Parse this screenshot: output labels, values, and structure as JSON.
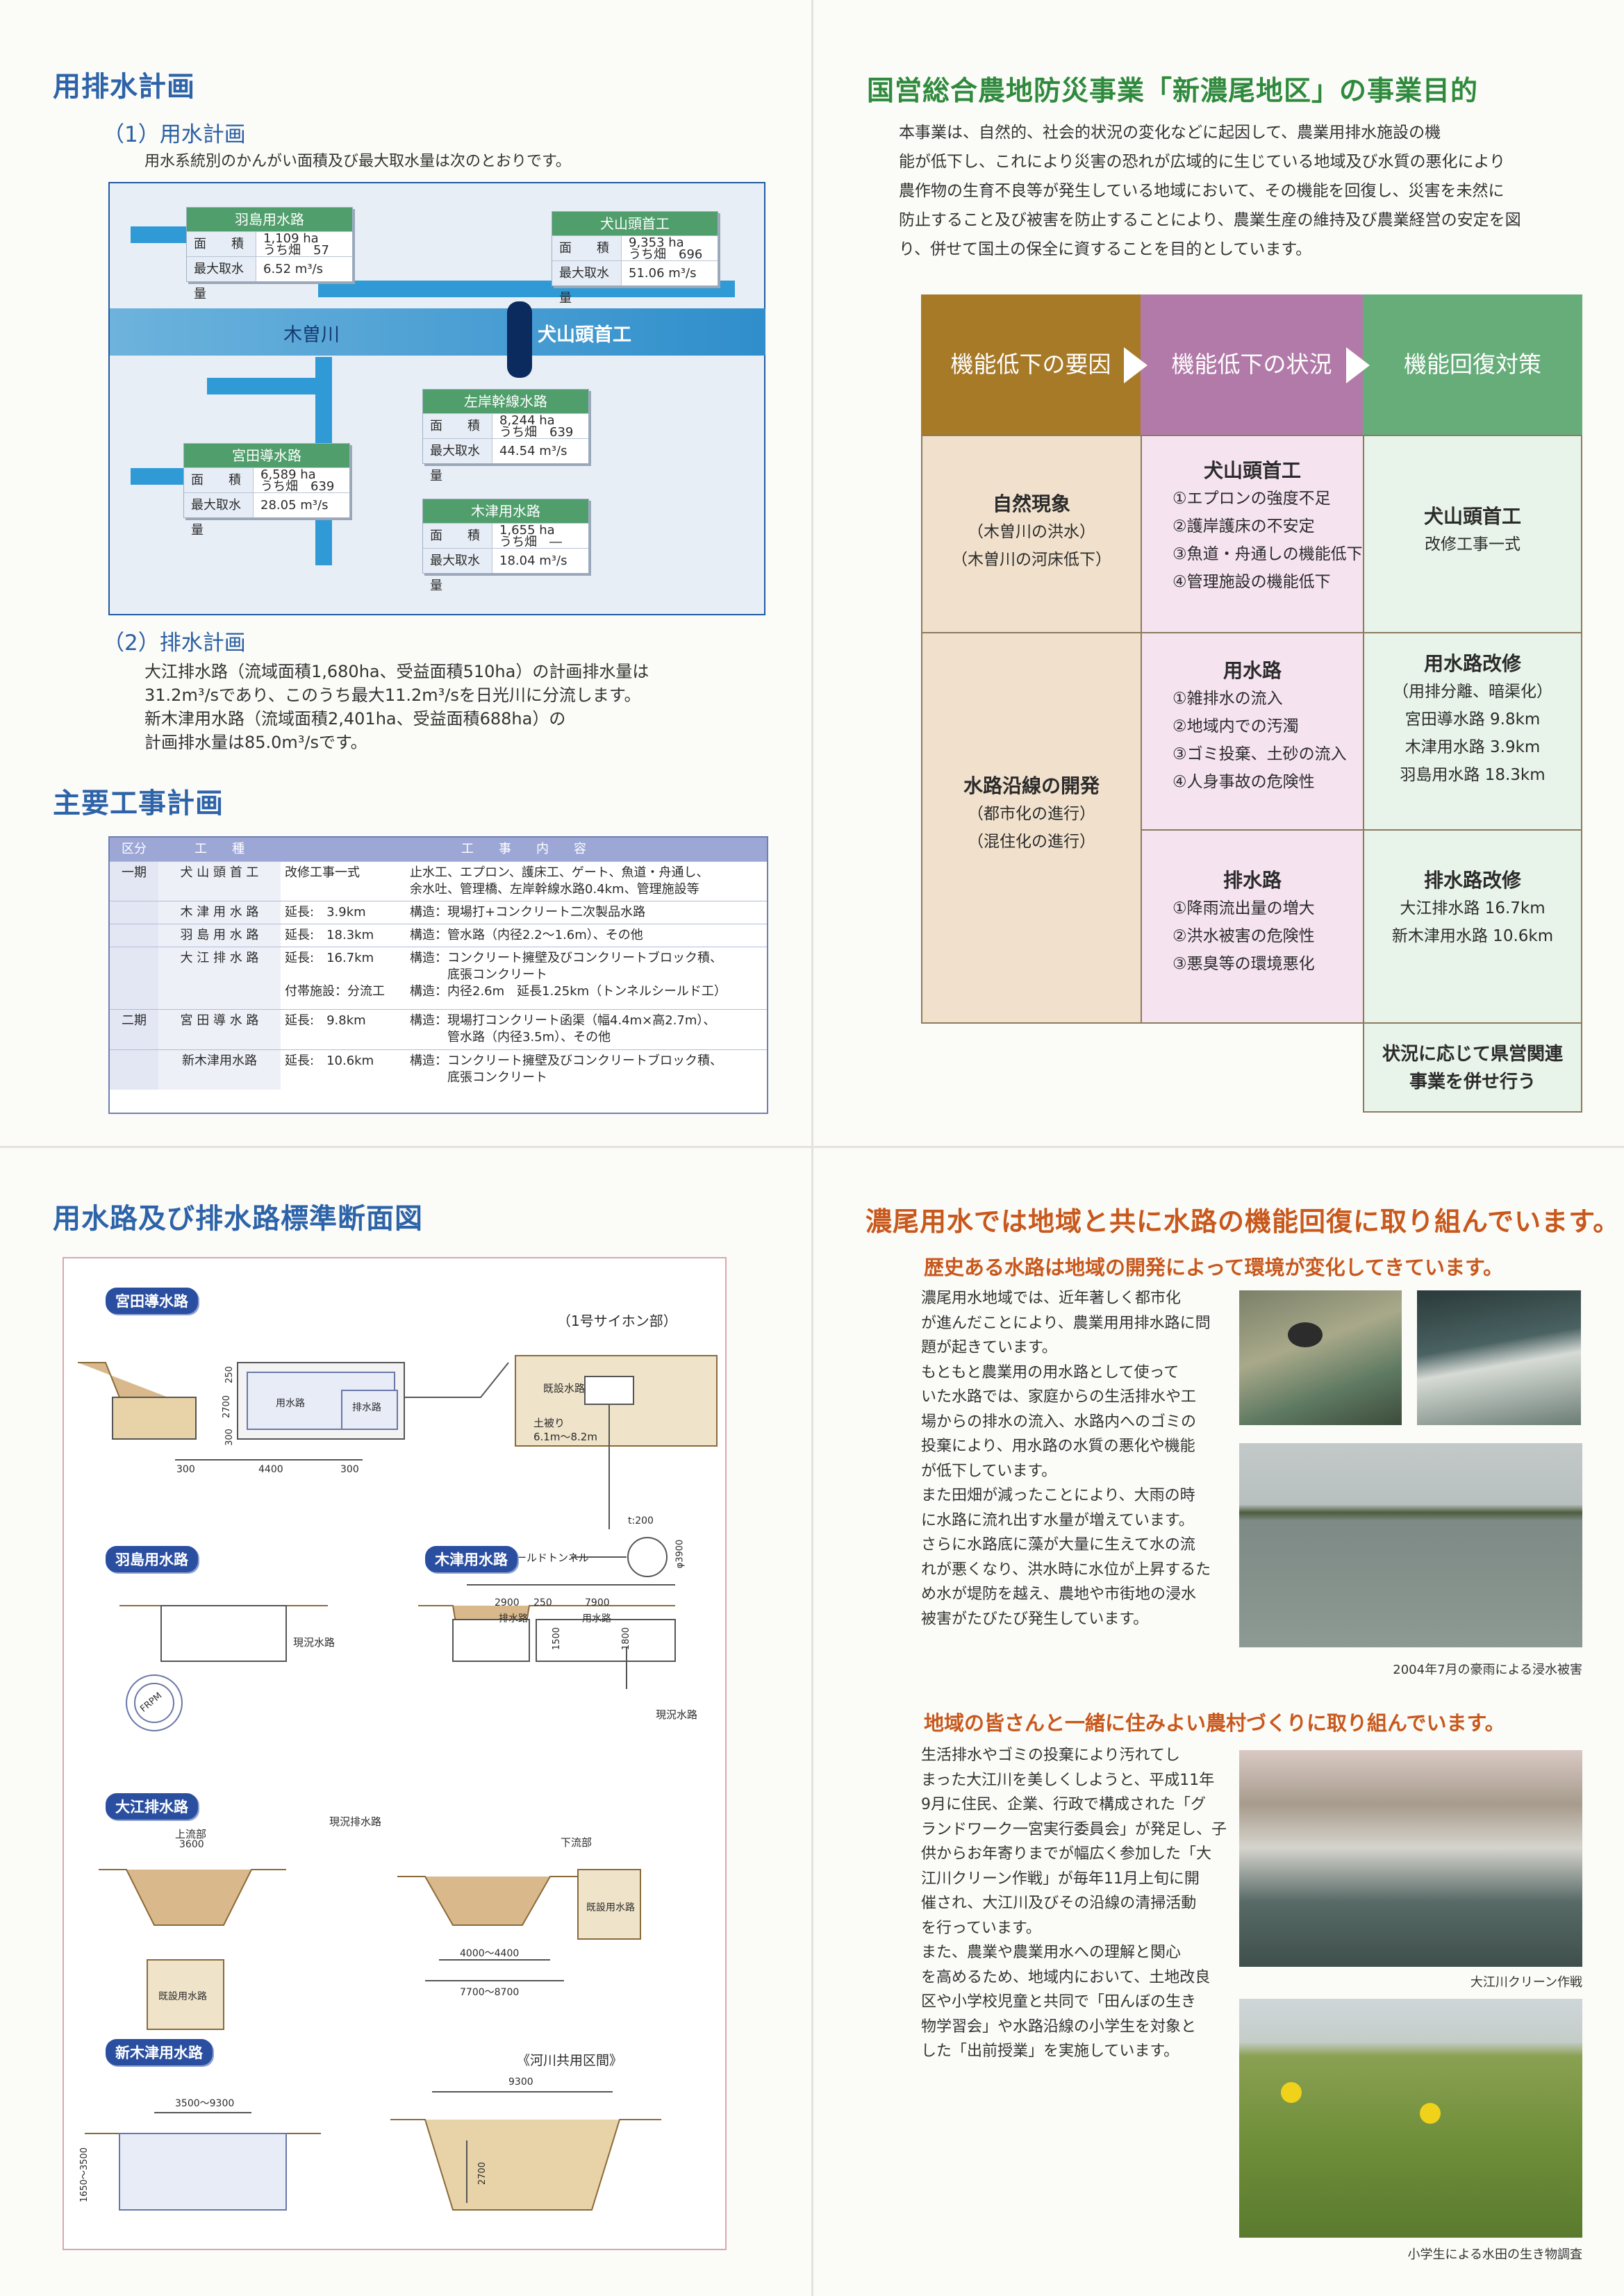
{
  "top_left": {
    "title": "用排水計画",
    "irrigation_head": "（1）用水計画",
    "irrigation_intro": "用水系統別のかんがい面積及び最大取水量は次のとおりです。",
    "river_label": "木曽川",
    "weir_label": "犬山頭首工",
    "cards": {
      "hashima": {
        "title": "羽島用水路",
        "area_key": "面　　積",
        "area": "1,109 ha",
        "upland": "うち畑　57",
        "max_key": "最大取水量",
        "max": "6.52 m³/s"
      },
      "inuyama": {
        "title": "犬山頭首工",
        "area_key": "面　　積",
        "area": "9,353 ha",
        "upland": "うち畑　696",
        "max_key": "最大取水量",
        "max": "51.06 m³/s"
      },
      "sagan": {
        "title": "左岸幹線水路",
        "area_key": "面　　積",
        "area": "8,244 ha",
        "upland": "うち畑　639",
        "max_key": "最大取水量",
        "max": "44.54 m³/s"
      },
      "miyada": {
        "title": "宮田導水路",
        "area_key": "面　　積",
        "area": "6,589 ha",
        "upland": "うち畑　639",
        "max_key": "最大取水量",
        "max": "28.05 m³/s"
      },
      "kizu": {
        "title": "木津用水路",
        "area_key": "面　　積",
        "area": "1,655 ha",
        "upland": "うち畑　―",
        "max_key": "最大取水量",
        "max": "18.04 m³/s"
      }
    },
    "drainage_head": "（2）排水計画",
    "drainage_lines": [
      "大江排水路（流域面積1,680ha、受益面積510ha）の計画排水量は",
      "31.2m³/sであり、このうち最大11.2m³/sを日光川に分流します。",
      "新木津用水路（流域面積2,401ha、受益面積688ha）の",
      "計画排水量は85.0m³/sです。"
    ],
    "works_title": "主要工事計画",
    "works_header": [
      "区分",
      "工　　種",
      "工　　事　　内　　容"
    ],
    "works_rows": [
      {
        "phase": "一期",
        "kind": "犬 山 頭 首 工",
        "a": "改修工事一式",
        "b": "止水工、エプロン、護床工、ゲート、魚道・舟通し、\n余水吐、管理橋、左岸幹線水路0.4km、管理施設等"
      },
      {
        "phase": "",
        "kind": "木 津 用 水 路",
        "a": "延長:　3.9km",
        "b": "構造：現場打+コンクリート二次製品水路"
      },
      {
        "phase": "",
        "kind": "羽 島 用 水 路",
        "a": "延長:　18.3km",
        "b": "構造：管水路（内径2.2～1.6m）、その他"
      },
      {
        "phase": "",
        "kind": "大 江 排 水 路",
        "a": "延長:　16.7km\n\n付帯施設：分流工",
        "b": "構造：コンクリート擁壁及びコンクリートブロック積、\n　　　底張コンクリート\n構造：内径2.6m　延長1.25km（トンネルシールド工）"
      },
      {
        "phase": "二期",
        "kind": "宮 田 導 水 路",
        "a": "延長:　9.8km",
        "b": "構造：現場打コンクリート函渠（幅4.4m×高2.7m）、\n　　　管水路（内径3.5m）、その他"
      },
      {
        "phase": "",
        "kind": "新木津用水路",
        "a": "延長:　10.6km",
        "b": "構造：コンクリート擁壁及びコンクリートブロック積、\n　　　底張コンクリート"
      }
    ]
  },
  "top_right": {
    "title": "国営総合農地防災事業「新濃尾地区」の事業目的",
    "intro_lines": [
      "本事業は、自然的、社会的状況の変化などに起因して、農業用排水施設の機",
      "能が低下し、これにより災害の恐れが広域的に生じている地域及び水質の悪化により",
      "農作物の生育不良等が発生している地域において、その機能を回復し、災害を未然に",
      "防止すること及び被害を防止することにより、農業生産の維持及び農業経営の安定を図",
      "り、併せて国土の保全に資することを目的としています。"
    ],
    "col_heads": [
      "機能低下の要因",
      "機能低下の状況",
      "機能回復対策"
    ],
    "cause1": {
      "title": "自然現象",
      "l1": "（木曽川の洪水）",
      "l2": "（木曽川の河床低下）"
    },
    "cause2": {
      "title": "水路沿線の開発",
      "l1": "（都市化の進行）",
      "l2": "（混住化の進行）"
    },
    "status1": {
      "title": "犬山頭首工",
      "items": [
        "①エプロンの強度不足",
        "②護岸護床の不安定",
        "③魚道・舟通しの機能低下",
        "④管理施設の機能低下"
      ]
    },
    "status2": {
      "title": "用水路",
      "items": [
        "①雑排水の流入",
        "②地域内での汚濁",
        "③ゴミ投棄、土砂の流入",
        "④人身事故の危険性"
      ]
    },
    "status3": {
      "title": "排水路",
      "items": [
        "①降雨流出量の増大",
        "②洪水被害の危険性",
        "③悪臭等の環境悪化"
      ]
    },
    "measure1": {
      "title": "犬山頭首工",
      "l1": "改修工事一式"
    },
    "measure2": {
      "title": "用水路改修",
      "l1": "（用排分離、暗渠化）",
      "l2": "宮田導水路 9.8km",
      "l3": "木津用水路 3.9km",
      "l4": "羽島用水路 18.3km"
    },
    "measure3": {
      "title": "排水路改修",
      "l1": "大江排水路 16.7km",
      "l2": "新木津用水路 10.6km"
    },
    "extra": [
      "状況に応じて県営関連",
      "事業を併せ行う"
    ]
  },
  "bottom_left": {
    "title": "用水路及び排水路標準断面図",
    "labels": {
      "miyada": "宮田導水路",
      "siphon": "（1号サイホン部）",
      "hashima": "羽島用水路",
      "kizu": "木津用水路",
      "oe": "大江排水路",
      "shinkizu": "新木津用水路",
      "river_shared": "《河川共用区間》",
      "yousui": "用水路",
      "haisui": "排水路",
      "kisetsu": "既設水路",
      "dokaburi": "土被り",
      "dokaburi_v": "6.1m～8.2m",
      "shield": "シールドトンネル",
      "t200": "t:200",
      "phi3900": "φ3900",
      "genkyo": "現況水路",
      "genkyo_hai": "現況排水路",
      "jouryu": "上流部",
      "karyu": "下流部",
      "kisetsu_yousui": "既設用水路",
      "frpm": "FRPM",
      "d300": "300",
      "d4400": "4400",
      "d300b": "300",
      "d250": "250",
      "d2700": "2700",
      "d300c": "300",
      "d2900": "2900",
      "d250b": "250",
      "d7900": "7900",
      "d1500": "1500",
      "d1800": "1800",
      "d3600": "3600",
      "d4000": "4000～4400",
      "d7700": "7700～8700",
      "d3500": "3500～9300",
      "d9300": "9300",
      "d1650": "1650～3500",
      "d2700b": "2700"
    }
  },
  "bottom_right": {
    "title": "濃尾用水では地域と共に水路の機能回復に取り組んでいます。",
    "sub1": "歴史ある水路は地域の開発によって環境が変化してきています。",
    "para1_lines": [
      "濃尾用水地域では、近年著しく都市化",
      "が進んだことにより、農業用用排水路に問",
      "題が起きています。",
      "もともと農業用の用水路として使って",
      "いた水路では、家庭からの生活排水や工",
      "場からの排水の流入、水路内へのゴミの",
      "投棄により、用水路の水質の悪化や機能",
      "が低下しています。",
      "また田畑が減ったことにより、大雨の時",
      "に水路に流れ出す水量が増えています。",
      "さらに水路底に藻が大量に生えて水の流",
      "れが悪くなり、洪水時に水位が上昇するた",
      "め水が堤防を越え、農地や市街地の浸水",
      "被害がたびたび発生しています。"
    ],
    "caption1": "2004年7月の豪雨による浸水被害",
    "sub2": "地域の皆さんと一緒に住みよい農村づくりに取り組んでいます。",
    "para2_lines": [
      "生活排水やゴミの投棄により汚れてし",
      "まった大江川を美しくしようと、平成11年",
      "9月に住民、企業、行政で構成された「グ",
      "ランドワーク一宮実行委員会」が発足し、子",
      "供からお年寄りまでが幅広く参加した「大",
      "江川クリーン作戦」が毎年11月上旬に開",
      "催され、大江川及びその沿線の清掃活動",
      "を行っています。",
      "また、農業や農業用水への理解と関心",
      "を高めるため、地域内において、土地改良",
      "区や小学校児童と共同で「田んぼの生き",
      "物学習会」や水路沿線の小学生を対象と",
      "した「出前授業」を実施しています。"
    ],
    "caption2": "大江川クリーン作戦",
    "caption3": "小学生による水田の生き物調査"
  }
}
